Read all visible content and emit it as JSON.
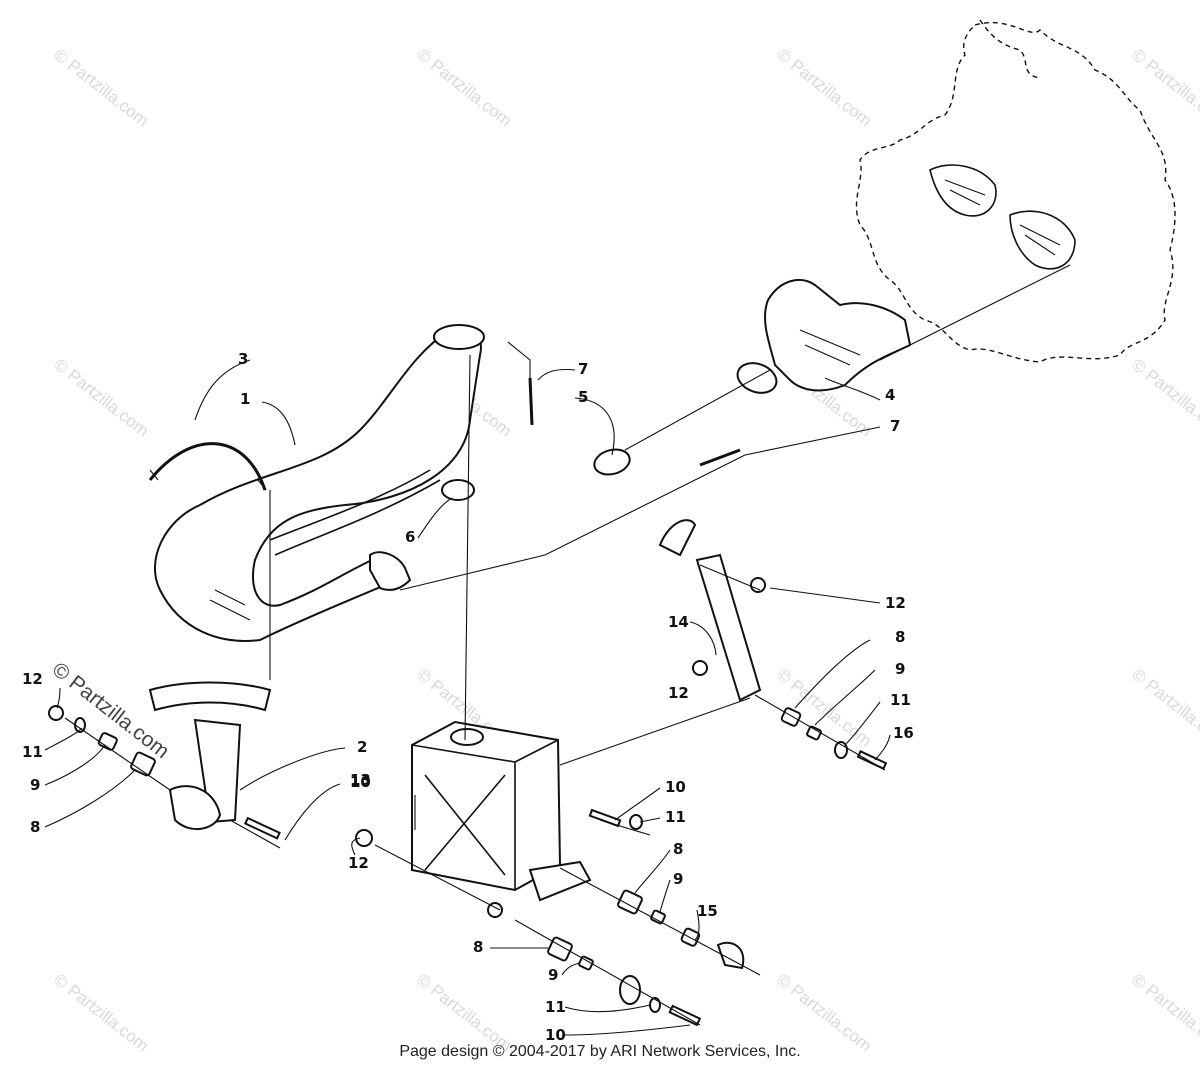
{
  "watermark": "© Partzilla.com",
  "watermark_large": "© Partzilla.com",
  "footer": "Page design © 2004-2017 by ARI Network Services, Inc.",
  "callouts": {
    "c1": "1",
    "c2": "2",
    "c3": "3",
    "c4": "4",
    "c5": "5",
    "c6": "6",
    "c7a": "7",
    "c7b": "7",
    "c8a": "8",
    "c8b": "8",
    "c8c": "8",
    "c8d": "8",
    "c9a": "9",
    "c9b": "9",
    "c9c": "9",
    "c9d": "9",
    "c10a": "10",
    "c10b": "10",
    "c10c": "10",
    "c11a": "11",
    "c11b": "11",
    "c11c": "11",
    "c11d": "11",
    "c12a": "12",
    "c12b": "12",
    "c12c": "12",
    "c12d": "12",
    "c13": "13",
    "c14": "14",
    "c15": "15",
    "c16": "16"
  }
}
